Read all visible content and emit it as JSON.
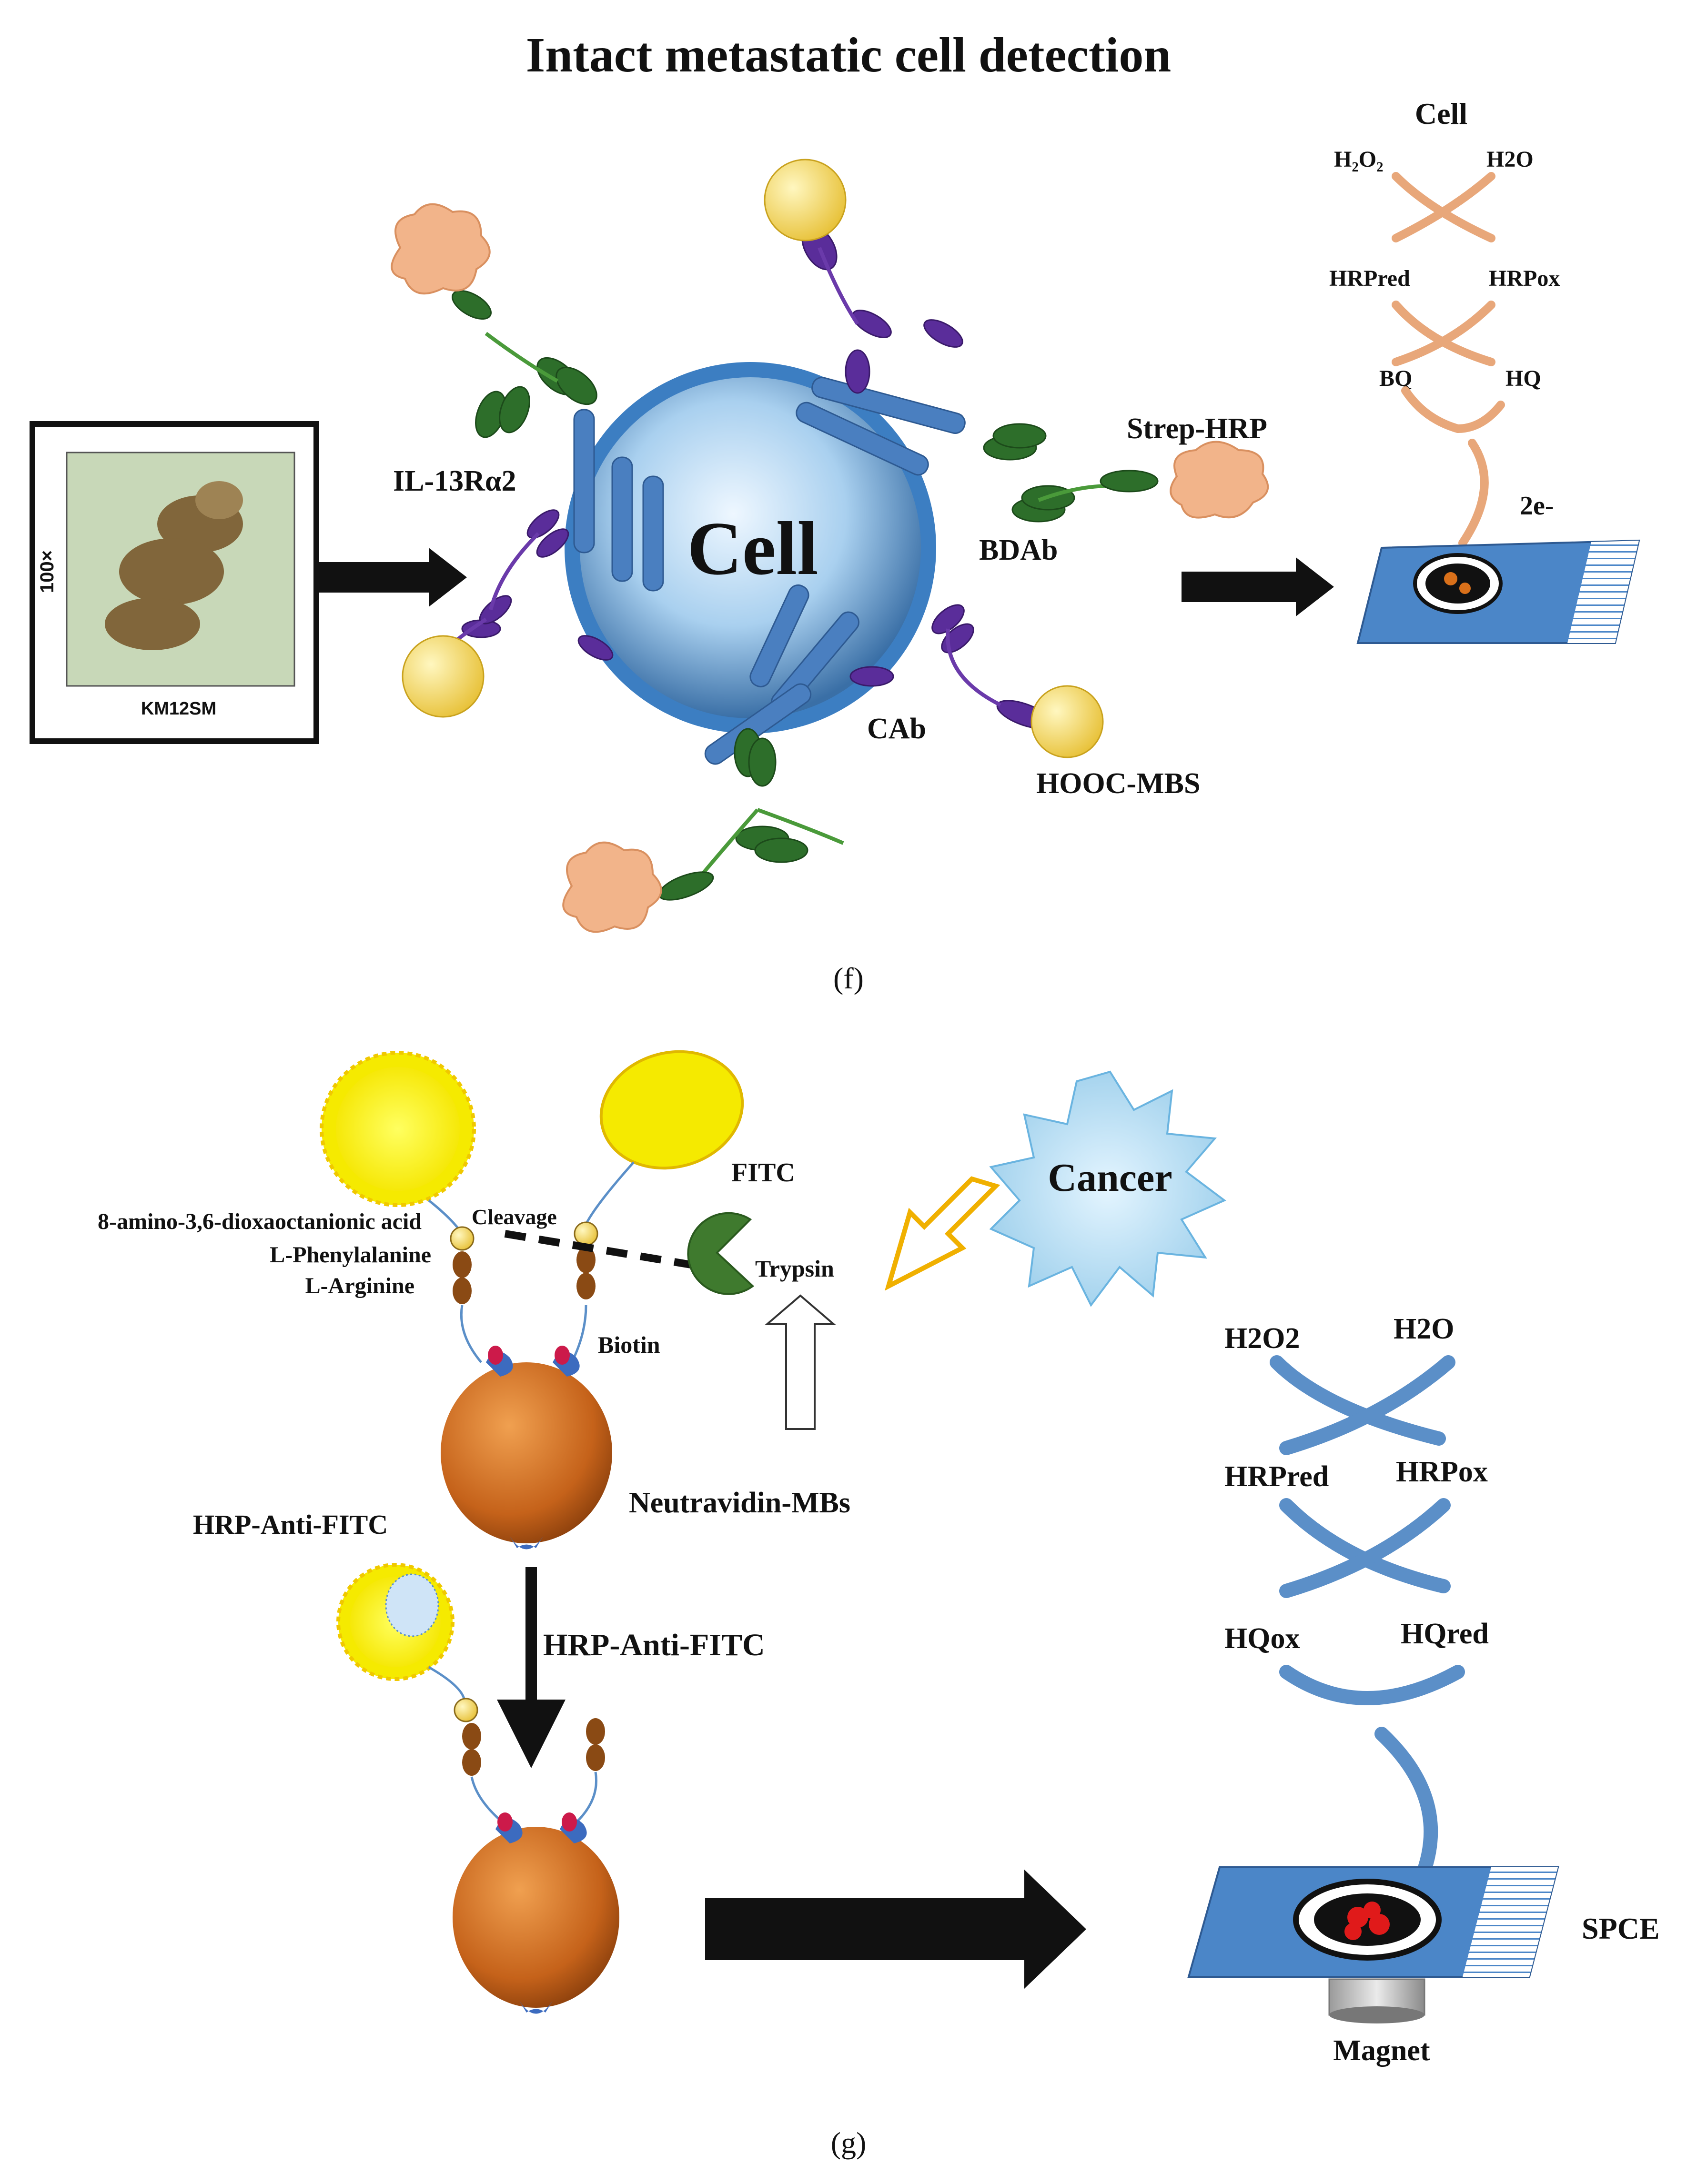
{
  "panel_f": {
    "title": "Intact metastatic cell detection",
    "caption": "(f)",
    "micrograph": {
      "magnification": "100×",
      "cell_line": "KM12SM"
    },
    "cell_label": "Cell",
    "labels": {
      "il13": "IL-13Rα2",
      "strep_hrp": "Strep-HRP",
      "bdab": "BDAb",
      "cab": "CAb",
      "hooc_mbs": "HOOC-MBS"
    },
    "cycle": {
      "header": "Cell",
      "h2o2": "H₂O₂",
      "h2o": "H2O",
      "hrpred": "HRPred",
      "hrpox": "HRPox",
      "bq": "BQ",
      "hq": "HQ",
      "electrons": "2e-"
    }
  },
  "panel_g": {
    "caption": "(g)",
    "labels": {
      "fitc": "FITC",
      "linker_1": "8-amino-3,6-dioxaoctanionic acid",
      "linker_2": "L-Phenylalanine",
      "linker_3": "L-Arginine",
      "cleavage": "Cleavage",
      "trypsin": "Trypsin",
      "cancer": "Cancer",
      "biotin": "Biotin",
      "neutravidin": "Neutravidin-MBs",
      "hrp_anti_fitc_left": "HRP-Anti-FITC",
      "hrp_anti_fitc_arrow": "HRP-Anti-FITC",
      "spce": "SPCE",
      "magnet": "Magnet"
    },
    "cycle": {
      "h2o2": "H2O2",
      "h2o": "H2O",
      "hrpred": "HRPred",
      "hrpox": "HRPox",
      "hqox": "HQox",
      "hqred": "HQred"
    }
  },
  "colors": {
    "cell_blue": "#4a8fd0",
    "receptor_blue": "#4a7fc0",
    "antibody_green": "#2d6e2a",
    "cab_purple": "#5a2d9a",
    "bead_yellow": "#f3d657",
    "hrp_peach": "#f2b48a",
    "orange_bead": "#d9701a",
    "electrode_blue": "#4b86c8",
    "cycle_arrow_orange": "#e8a77a",
    "cycle_arrow_blue": "#5b8fc8"
  }
}
